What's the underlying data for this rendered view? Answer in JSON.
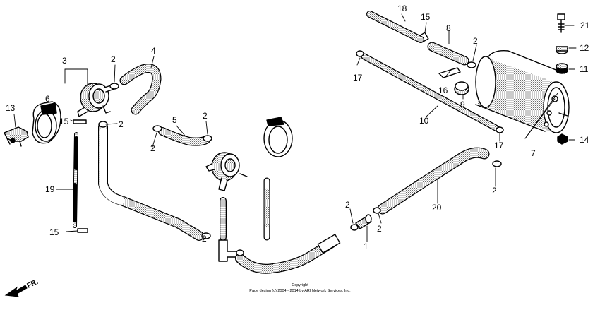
{
  "callouts": [
    {
      "id": "c1",
      "text": "1"
    },
    {
      "id": "c2a",
      "text": "2"
    },
    {
      "id": "c2b",
      "text": "2"
    },
    {
      "id": "c2c",
      "text": "2"
    },
    {
      "id": "c2d",
      "text": "2"
    },
    {
      "id": "c2e",
      "text": "2"
    },
    {
      "id": "c2f",
      "text": "2"
    },
    {
      "id": "c2g",
      "text": "2"
    },
    {
      "id": "c2h",
      "text": "2"
    },
    {
      "id": "c2i",
      "text": "2"
    },
    {
      "id": "c3",
      "text": "3"
    },
    {
      "id": "c4",
      "text": "4"
    },
    {
      "id": "c5",
      "text": "5"
    },
    {
      "id": "c6",
      "text": "6"
    },
    {
      "id": "c7",
      "text": "7"
    },
    {
      "id": "c8",
      "text": "8"
    },
    {
      "id": "c9",
      "text": "9"
    },
    {
      "id": "c10",
      "text": "10"
    },
    {
      "id": "c11",
      "text": "11"
    },
    {
      "id": "c12",
      "text": "12"
    },
    {
      "id": "c13",
      "text": "13"
    },
    {
      "id": "c14",
      "text": "14"
    },
    {
      "id": "c15a",
      "text": "15"
    },
    {
      "id": "c15b",
      "text": "15"
    },
    {
      "id": "c15c",
      "text": "15"
    },
    {
      "id": "c16",
      "text": "16"
    },
    {
      "id": "c17a",
      "text": "17"
    },
    {
      "id": "c17b",
      "text": "17"
    },
    {
      "id": "c18",
      "text": "18"
    },
    {
      "id": "c19",
      "text": "19"
    },
    {
      "id": "c20",
      "text": "20"
    },
    {
      "id": "c21",
      "text": "21"
    }
  ],
  "footer": {
    "line1": "Copyright",
    "line2": "Page design (c) 2004 - 2014 by ARI Network Services, Inc."
  },
  "direction_label": "FR."
}
